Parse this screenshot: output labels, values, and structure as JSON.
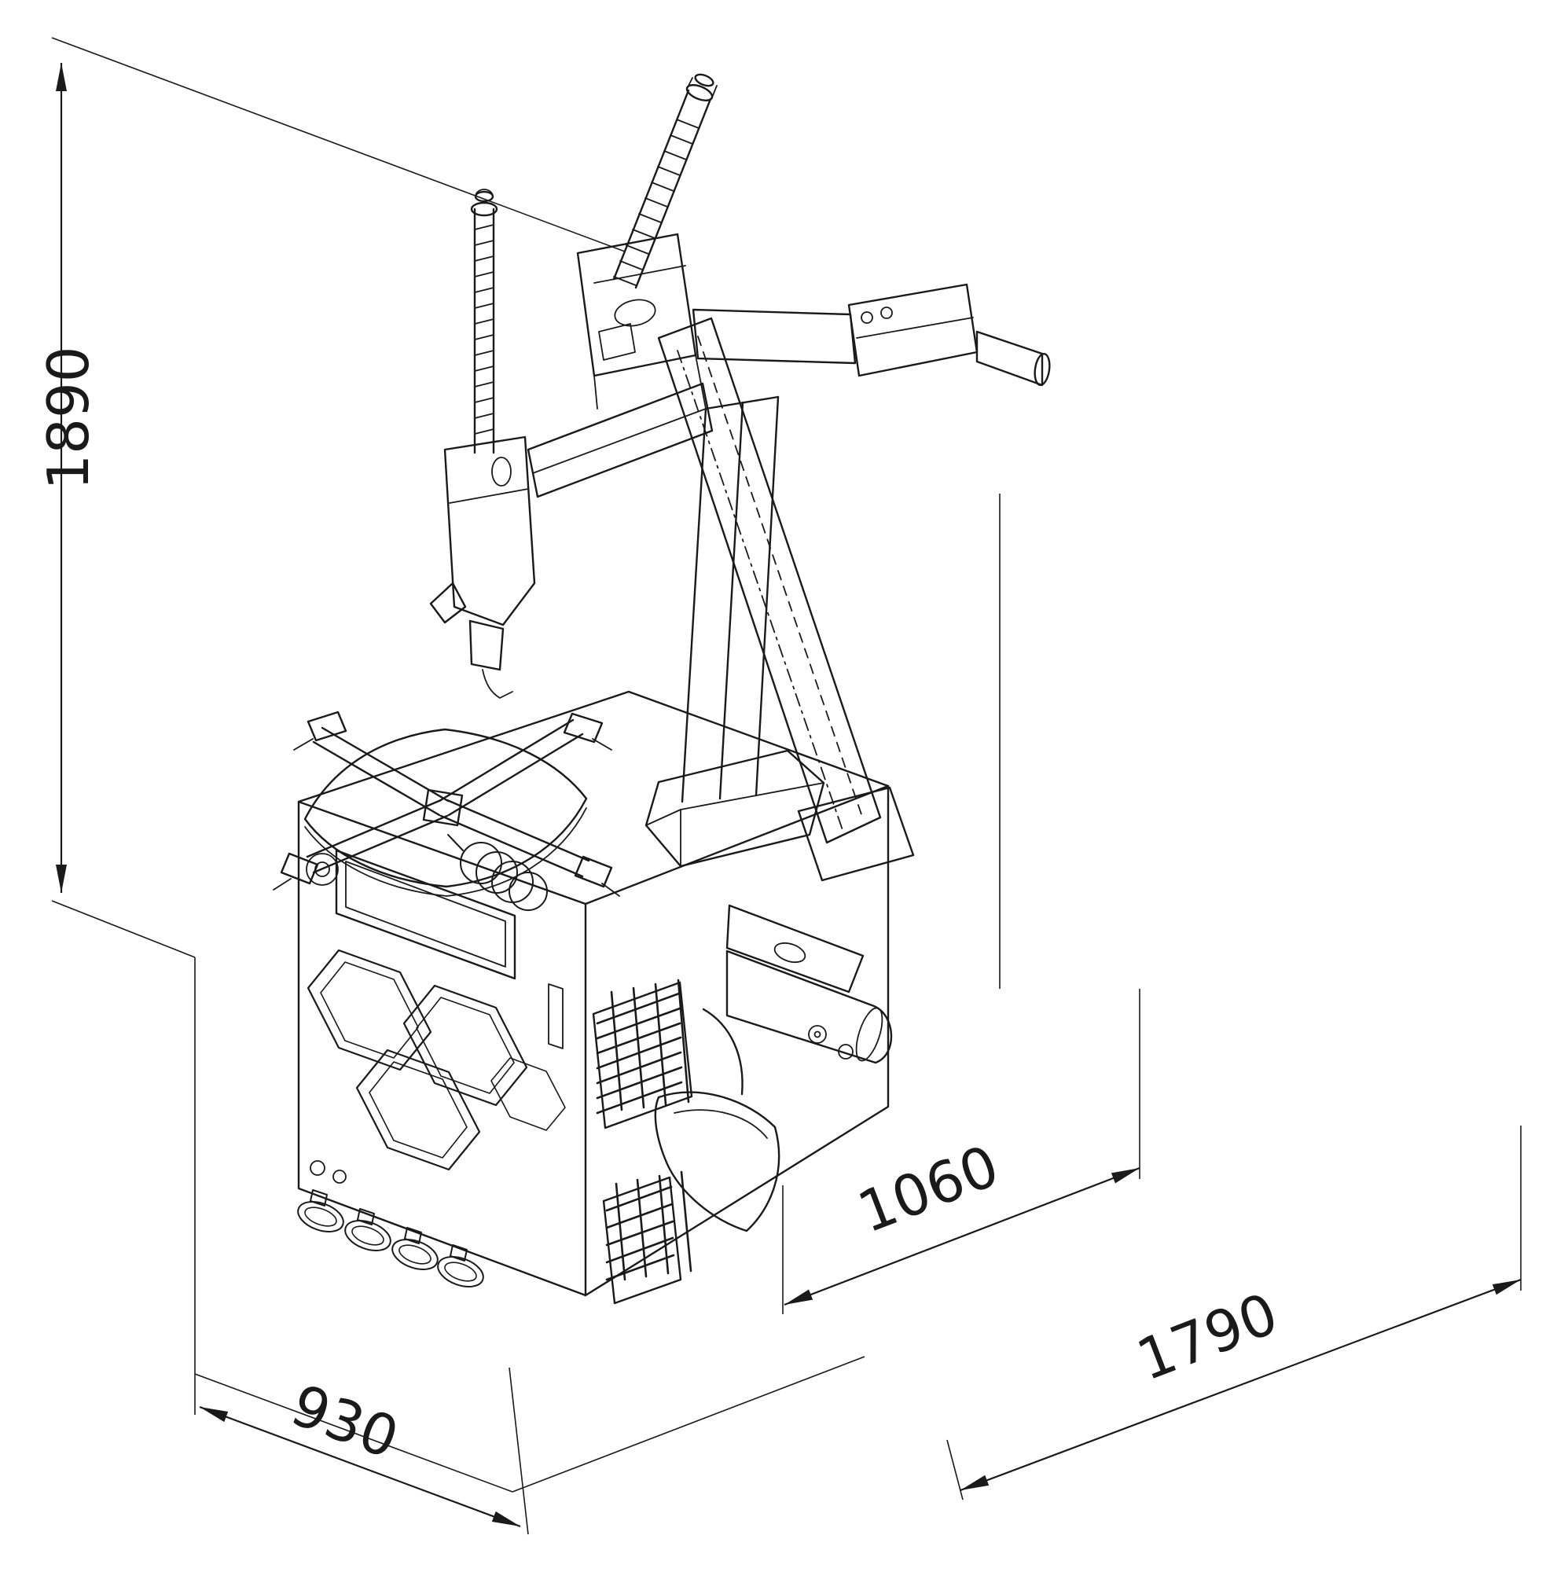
{
  "drawing": {
    "background": "#ffffff",
    "line_color": "#1a1a1a"
  },
  "dimensions": {
    "height": "1890",
    "width": "930",
    "depth": "1060",
    "overall_depth": "1790"
  }
}
